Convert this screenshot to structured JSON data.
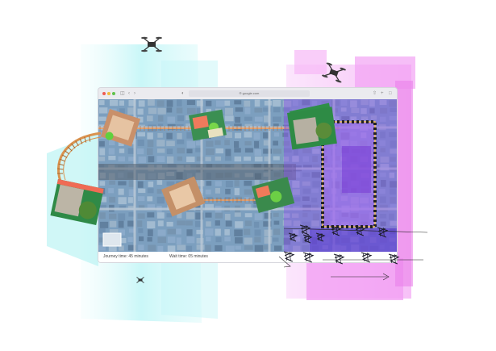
{
  "browser": {
    "url": "® google.com",
    "tab_icons": [
      "sidebar-icon",
      "back-icon",
      "forward-icon"
    ],
    "toolbar_icons": [
      "share-icon",
      "add-tab-icon",
      "tabs-overview-icon"
    ]
  },
  "status": {
    "journey": "Journey time: 45 minutes",
    "wait": "Wait time: 05 minutes"
  },
  "colors": {
    "cyan_beam": "#9ff0f2",
    "magenta_block": "#f08cf4",
    "violet_overlay": "#9966ee",
    "map_blue": "#7da3c4",
    "rail_orange": "#e0a060",
    "hazard_stripe": "#222222"
  },
  "icons": [
    "drone-icon",
    "drone-icon",
    "small-drone-icon",
    "rail-track-icon",
    "hazard-frame-icon",
    "scribble-glyph-icon"
  ]
}
